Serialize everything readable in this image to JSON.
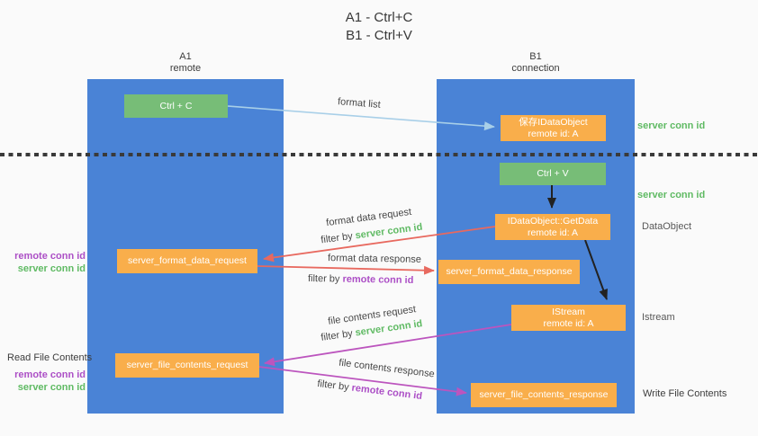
{
  "title": {
    "line1": "A1 - Ctrl+C",
    "line2": "B1 - Ctrl+V"
  },
  "columns": {
    "left": {
      "header_line1": "A1",
      "header_line2": "remote"
    },
    "right": {
      "header_line1": "B1",
      "header_line2": "connection"
    }
  },
  "nodes": {
    "ctrl_c": "Ctrl + C",
    "ctrl_v": "Ctrl + V",
    "save_idataobject": {
      "line1": "保存IDataObject",
      "line2": "remote id: A"
    },
    "idataobject_getdata": {
      "line1": "IDataObject::GetData",
      "line2": "remote id: A"
    },
    "istream": {
      "line1": "IStream",
      "line2": "remote id: A"
    },
    "server_format_data_request": "server_format_data_request",
    "server_format_data_response": "server_format_data_response",
    "server_file_contents_request": "server_file_contents_request",
    "server_file_contents_response": "server_file_contents_response"
  },
  "arrow_labels": {
    "format_list": "format list",
    "format_data_request": "format data request",
    "format_data_response": "format data response",
    "file_contents_request": "file contents request",
    "file_contents_response": "file contents response",
    "filter_by": "filter by ",
    "server_conn_id": "server conn id",
    "remote_conn_id": "remote conn id"
  },
  "side_labels": {
    "server_conn_id_top": "server conn id",
    "server_conn_id_mid": "server conn id",
    "dataobject": "DataObject",
    "istream": "Istream",
    "write_file_contents": "Write File Contents",
    "read_file_contents": "Read File Contents",
    "remote_conn_id_mid": "remote conn id",
    "server_conn_id_left_mid": "server conn id",
    "remote_conn_id_bottom": "remote conn id",
    "server_conn_id_left_bottom": "server conn id"
  },
  "colors": {
    "lane_blue": "#4a83d6",
    "box_orange": "#f9ae4b",
    "box_green": "#77bd77",
    "arrow_light_blue": "#a8cfe8",
    "arrow_red": "#e8695f",
    "arrow_magenta": "#bc55be",
    "arrow_black": "#222222",
    "text_green": "#5fba63",
    "text_purple": "#ac4fc6",
    "background": "#fafafa"
  }
}
